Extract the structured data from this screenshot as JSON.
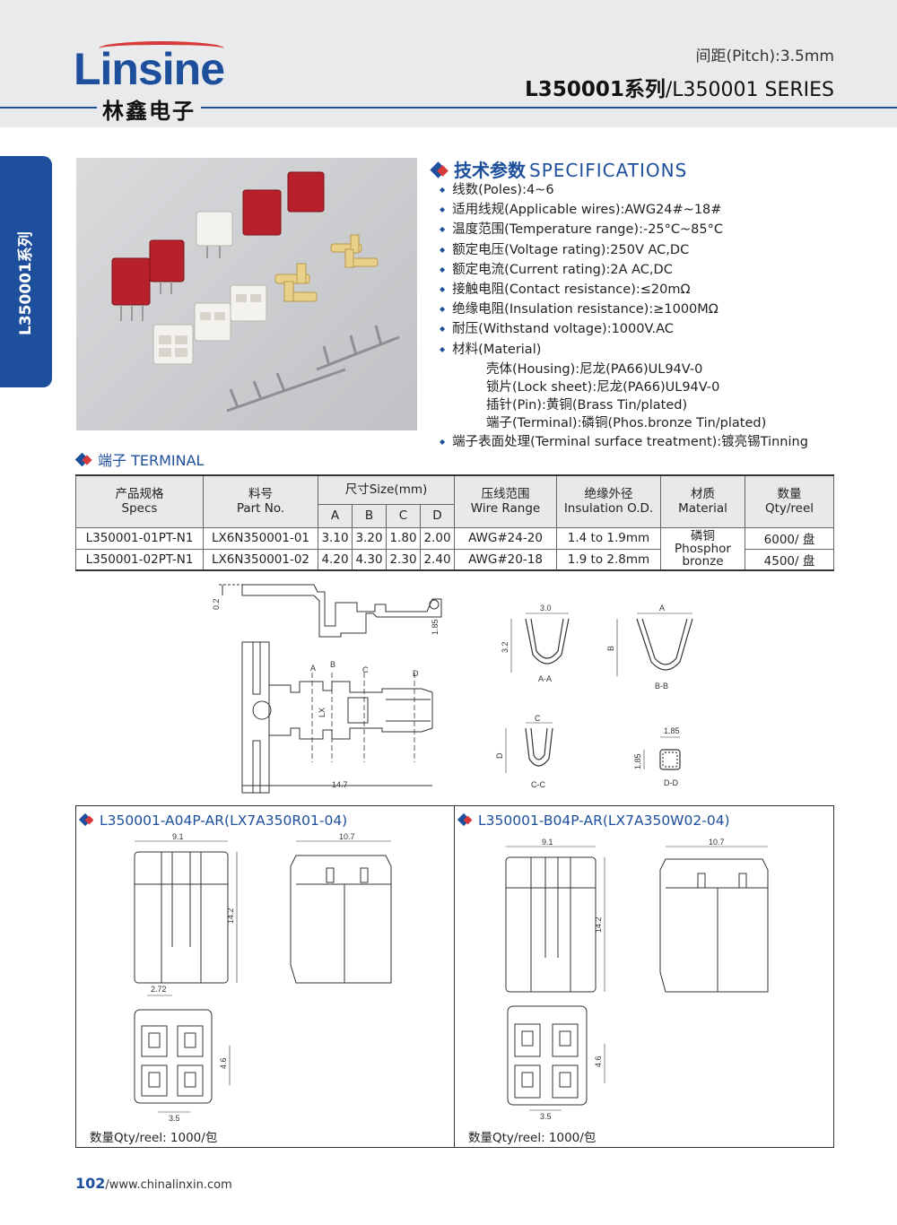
{
  "header": {
    "logo_en": "Linsine",
    "logo_cn": "林鑫电子",
    "pitch": "间距(Pitch):3.5mm",
    "series_bold": "L350001系列",
    "series_rest": "/L350001 SERIES"
  },
  "side_tab": "L350001系列",
  "specs": {
    "title_cn": "技术参数",
    "title_en": "SPECIFICATIONS",
    "items": [
      "线数(Poles):4~6",
      "适用线规(Applicable wires):AWG24#~18#",
      "温度范围(Temperature range):-25°C~85°C",
      "额定电压(Voltage rating):250V AC,DC",
      "额定电流(Current rating):2A AC,DC",
      "接触电阻(Contact resistance):≤20mΩ",
      "绝缘电阻(Insulation resistance):≥1000MΩ",
      "耐压(Withstand voltage):1000V.AC",
      "材料(Material)"
    ],
    "material": [
      "壳体(Housing):尼龙(PA66)UL94V-0",
      "锁片(Lock sheet):尼龙(PA66)UL94V-0",
      "插针(Pin):黄铜(Brass Tin/plated)",
      "端子(Terminal):磷铜(Phos.bronze Tin/plated)"
    ],
    "last": "端子表面处理(Terminal surface treatment):镀亮锡Tinning"
  },
  "terminal": {
    "title": "端子 TERMINAL",
    "headers": {
      "specs_cn": "产品规格",
      "specs_en": "Specs",
      "part_cn": "料号",
      "part_en": "Part No.",
      "size": "尺寸Size(mm)",
      "a": "A",
      "b": "B",
      "c": "C",
      "d": "D",
      "wire_cn": "压线范围",
      "wire_en": "Wire Range",
      "ins_cn": "绝缘外径",
      "ins_en": "Insulation O.D.",
      "mat_cn": "材质",
      "mat_en": "Material",
      "qty_cn": "数量",
      "qty_en": "Qty/reel"
    },
    "rows": [
      {
        "spec": "L350001-01PT-N1",
        "part": "LX6N350001-01",
        "a": "3.10",
        "b": "3.20",
        "c": "1.80",
        "d": "2.00",
        "wire": "AWG#24-20",
        "ins": "1.4 to 1.9mm",
        "qty": "6000/ 盘"
      },
      {
        "spec": "L350001-02PT-N1",
        "part": "LX6N350001-02",
        "a": "4.20",
        "b": "4.30",
        "c": "2.30",
        "d": "2.40",
        "wire": "AWG#20-18",
        "ins": "1.9 to 2.8mm",
        "qty": "4500/ 盘"
      }
    ],
    "material_cn": "磷铜",
    "material_en1": "Phosphor",
    "material_en2": "bronze"
  },
  "terminal_drawing": {
    "dim_02": "0.2",
    "dim_185": "1.85",
    "dim_147": "14.7",
    "dim_30": "3.0",
    "dim_32": "3.2",
    "dim_a": "A",
    "dim_b": "B",
    "dim_c": "C",
    "dim_d": "D",
    "sec_aa": "A-A",
    "sec_bb": "B-B",
    "sec_cc": "C-C",
    "sec_dd": "D-D",
    "dim_185b": "1.85",
    "dim_185c": "1.85",
    "lx": "LX"
  },
  "box_left": {
    "title": "L350001-A04P-AR(LX7A350R01-04)",
    "dim_91": "9.1",
    "dim_107": "10.7",
    "dim_142": "14.2",
    "dim_272": "2.72",
    "dim_46": "4.6",
    "dim_35": "3.5",
    "qty": "数量Qty/reel:  1000/包"
  },
  "box_right": {
    "title": "L350001-B04P-AR(LX7A350W02-04)",
    "dim_91": "9.1",
    "dim_107": "10.7",
    "dim_142": "14.2",
    "dim_46": "4.6",
    "dim_35": "3.5",
    "qty": "数量Qty/reel:  1000/包"
  },
  "footer": {
    "page": "102",
    "url": "/www.chinalinxin.com"
  },
  "colors": {
    "brand_blue": "#1d4f9c",
    "accent_red": "#d63a3a",
    "header_gray": "#e9eaec"
  }
}
